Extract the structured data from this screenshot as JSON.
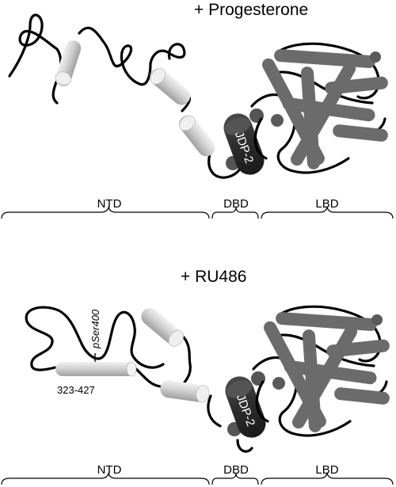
{
  "panels": [
    {
      "condition": "+ Progesterone",
      "protein": "JDP-2",
      "domains": {
        "ntd": "NTD",
        "dbd": "DBD",
        "lbd": "LBD"
      }
    },
    {
      "condition": "+ RU486",
      "protein": "JDP-2",
      "phospho_site": "pSer400",
      "region": "323-427",
      "domains": {
        "ntd": "NTD",
        "dbd": "DBD",
        "lbd": "LBD"
      }
    }
  ],
  "colors": {
    "chain": "#000000",
    "ntd_helix": "#d4d4d4",
    "jdp2": "#333333",
    "lbd_helix": "#666666"
  }
}
